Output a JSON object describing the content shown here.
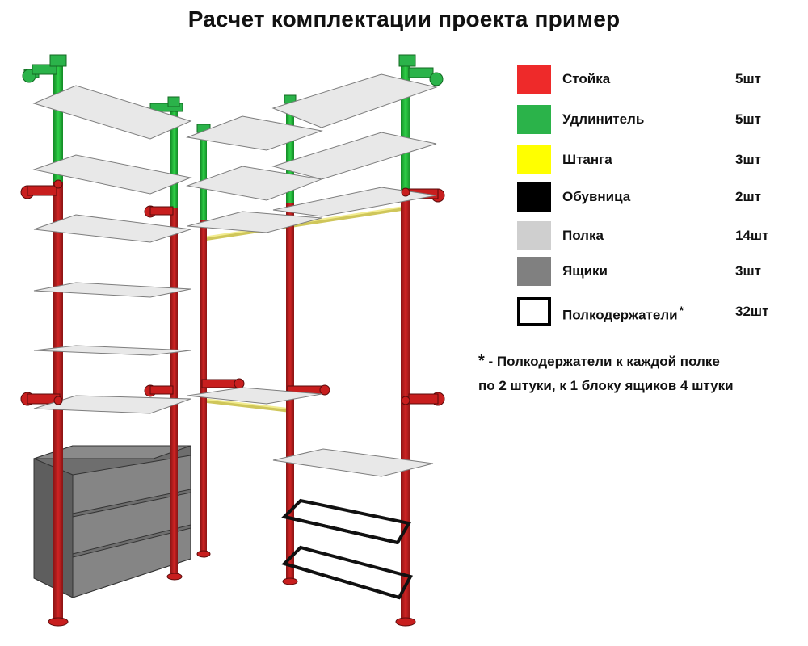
{
  "title": "Расчет комплектации проекта  пример",
  "legend": [
    {
      "label": "Стойка",
      "count": "5шт",
      "color": "#ee2a2a",
      "border": "none",
      "mark": ""
    },
    {
      "label": "Удлинитель",
      "count": "5шт",
      "color": "#2bb34a",
      "border": "none",
      "mark": ""
    },
    {
      "label": "Штанга",
      "count": "3шт",
      "color": "#ffff00",
      "border": "none",
      "mark": ""
    },
    {
      "label": "Обувница",
      "count": "2шт",
      "color": "#000000",
      "border": "none",
      "mark": ""
    },
    {
      "label": "Полка",
      "count": "14шт",
      "color": "#cfcfcf",
      "border": "none",
      "mark": ""
    },
    {
      "label": "Ящики",
      "count": "3шт",
      "color": "#808080",
      "border": "none",
      "mark": ""
    },
    {
      "label": "Полкодержатели",
      "count": "32шт",
      "color": "#ffffff",
      "border": "#000000",
      "mark": "*"
    }
  ],
  "note": {
    "star": "*",
    "line1": " - Полкодержатели к каждой полке",
    "line2": "по 2 штуки, к 1 блоку ящиков 4 штуки"
  },
  "colors": {
    "post": "#c81e1e",
    "post_dark": "#7a1010",
    "extension": "#22b83a",
    "rod": "#e8e070",
    "shelf_top": "#e6e6e6",
    "shelf_edge": "#bdbdbd",
    "drawers": "#7c7c7c",
    "shoe_rack": "#111111"
  }
}
